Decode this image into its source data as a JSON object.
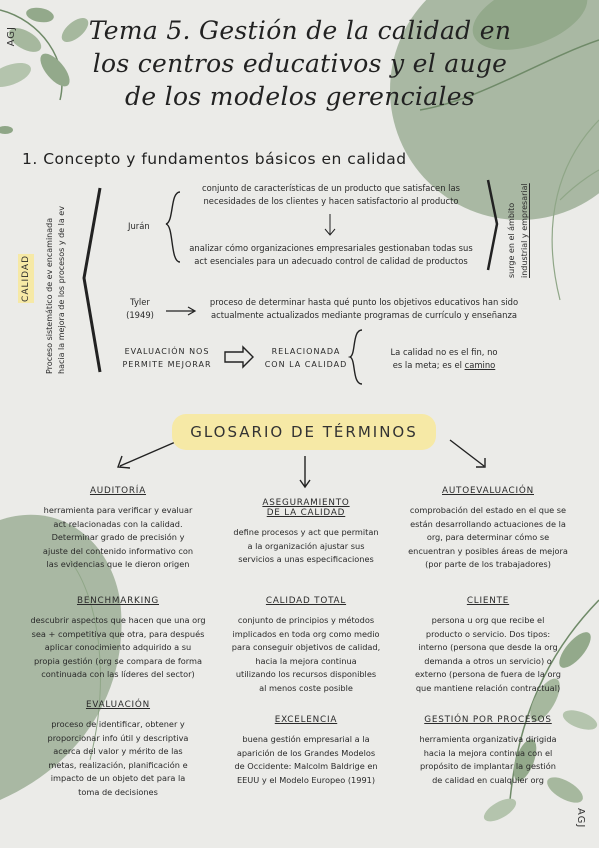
{
  "header": {
    "title_lines": [
      "Tema 5. Gestión de la calidad en",
      "los centros educativos y el auge",
      "de los modelos gerenciales"
    ],
    "signature": "AGJ"
  },
  "section1": {
    "heading": "1. Concepto y fundamentos básicos en calidad",
    "calidad_label": "CALIDAD",
    "vertical_note": [
      "Proceso sistemático de ev encaminada",
      "hacia la mejora de los procesos y de la ev"
    ],
    "juran": {
      "label": "Jurán",
      "def1": [
        "conjunto de características de un producto que satisfacen las",
        "necesidades de los clientes y hacen satisfactorio al producto"
      ],
      "def2": [
        "analizar cómo organizaciones empresariales gestionaban todas sus",
        "act esenciales para un adecuado control de calidad de productos"
      ]
    },
    "right_note": [
      "surge en el ámbito",
      "industrial y empresarial"
    ],
    "tyler": {
      "label": [
        "Tyler",
        "(1949)"
      ],
      "def": [
        "proceso de determinar hasta qué punto los objetivos educativos han sido",
        "actualmente actualizados mediante programas de currículo y enseñanza"
      ]
    },
    "eval": {
      "label": [
        "EVALUACIÓN NOS",
        "PERMITE MEJORAR"
      ],
      "related": [
        "RELACIONADA",
        "CON LA CALIDAD"
      ],
      "note": [
        "La calidad no es el fin, no",
        "es la meta; es el"
      ],
      "note_u": "camino"
    }
  },
  "glossary": {
    "title": "GLOSARIO DE TÉRMINOS",
    "terms": [
      {
        "name": [
          "AUDITORÍA"
        ],
        "desc": [
          "herramienta para verificar y evaluar",
          "act relacionadas con la calidad.",
          "Determinar grado de precisión y",
          "ajuste del contenido informativo con",
          "las evidencias que le dieron origen"
        ]
      },
      {
        "name": [
          "ASEGURAMIENTO",
          "DE LA CALIDAD"
        ],
        "desc": [
          "define procesos y act que permitan",
          "a la organización ajustar sus",
          "servicios a unas especificaciones"
        ]
      },
      {
        "name": [
          "AUTOEVALUACIÓN"
        ],
        "desc": [
          "comprobación del estado en el que se",
          "están desarrollando actuaciones de la",
          "org, para determinar cómo se",
          "encuentran y posibles áreas de mejora",
          "(por parte de los trabajadores)"
        ]
      },
      {
        "name": [
          "BENCHMARKING"
        ],
        "desc": [
          "descubrir aspectos que hacen que una org",
          "sea + competitiva que otra, para después",
          "aplicar conocimiento adquirido a su",
          "propia gestión (org se compara de forma",
          "continuada con las líderes del sector)"
        ]
      },
      {
        "name": [
          "CALIDAD TOTAL"
        ],
        "desc": [
          "conjunto de principios y métodos",
          "implicados en toda org como medio",
          "para conseguir objetivos de calidad,",
          "hacia la mejora continua",
          "utilizando los recursos disponibles",
          "al menos coste posible"
        ]
      },
      {
        "name": [
          "CLIENTE"
        ],
        "desc": [
          "persona u org que recibe el",
          "producto o servicio. Dos tipos:",
          "interno (persona que desde la org",
          "demanda a otros un servicio) o",
          "externo (persona de fuera de la org",
          "que mantiene relación contractual)"
        ]
      },
      {
        "name": [
          "EVALUACIÓN"
        ],
        "desc": [
          "proceso de identificar, obtener y",
          "proporcionar info útil y descriptiva",
          "acerca del valor y mérito de las",
          "metas, realización, planificación e",
          "impacto de un objeto det para la",
          "toma de decisiones"
        ]
      },
      {
        "name": [
          "EXCELENCIA"
        ],
        "desc": [
          "buena gestión empresarial a la",
          "aparición de los Grandes Modelos",
          "de Occidente: Malcolm Baldrige en",
          "EEUU y el Modelo Europeo (1991)"
        ]
      },
      {
        "name": [
          "GESTIÓN POR PROCESOS"
        ],
        "desc": [
          "herramienta organizativa dirigida",
          "hacia la mejora continua con el",
          "propósito de implantar la gestión",
          "de calidad en cualquier org"
        ]
      }
    ]
  },
  "colors": {
    "leaf_dark": "#8fa687",
    "leaf_light": "#b4c4ad",
    "highlight": "#f6e9a6"
  }
}
